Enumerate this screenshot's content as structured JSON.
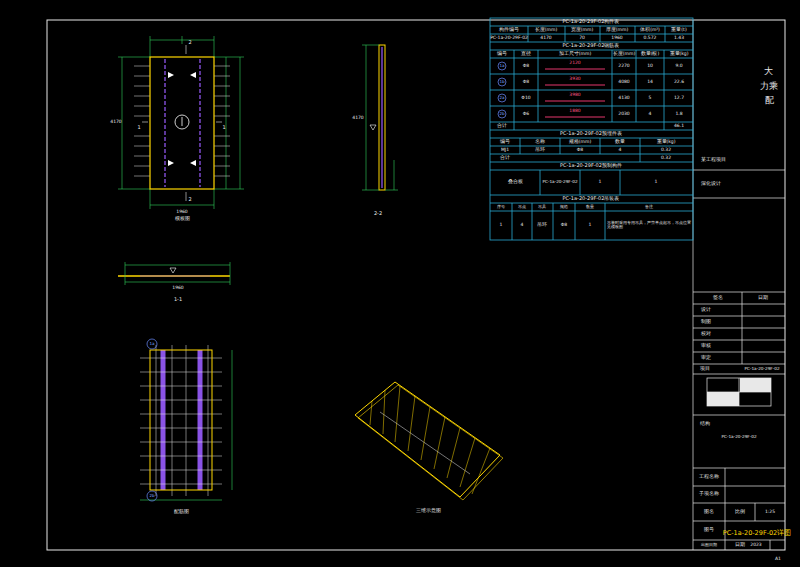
{
  "diagram": {
    "labels": [
      "PC-1a-20-29F-02构件表",
      "构件编号",
      "长度(mm)",
      "宽度(mm)",
      "厚度(mm)",
      "体积(m³)",
      "重量(t)",
      "PC-1a-20-29F-02",
      "4170",
      "70",
      "1960",
      "0.572",
      "1.43",
      "PC-1a-20-29F-02钢筋表",
      "编号",
      "直径",
      "加工尺寸(mm)",
      "长度(mm)",
      "数量(根)",
      "重量(kg)",
      "1a",
      "Φ8",
      "2120",
      "2270",
      "10",
      "9.0",
      "1b",
      "Φ8",
      "3930",
      "4080",
      "14",
      "22.6",
      "2a",
      "Φ10",
      "3980",
      "4130",
      "5",
      "12.7",
      "2b",
      "Φ6",
      "1880",
      "2030",
      "4",
      "1.8",
      "合计",
      "46.1",
      "PC-1a-20-29F-02预埋件表",
      "编号",
      "名称",
      "规格(mm)",
      "数量",
      "重量(kg)",
      "MJ1",
      "吊环",
      "Φ8",
      "4",
      "0.32",
      "合计",
      "0.32",
      "PC-1a-20-29F-02预制构件",
      "叠合板",
      "PC-1a-20-29F-02",
      "1",
      "1",
      "PC-1a-20-29F-02吊装表",
      "序号",
      "吊点",
      "吊具",
      "规格",
      "数量",
      "备注",
      "1",
      "4",
      "吊环",
      "Φ8",
      "1",
      "吊装时采用专用吊具，严禁单点起吊，吊点位置见模板图",
      "4170",
      "1960",
      "模板图",
      "2",
      "2",
      "1",
      "1",
      "2-2",
      "1-1",
      "4170",
      "配筋图",
      "三维示意图",
      "1a",
      "2b",
      "1960",
      "大",
      "力乘",
      "配",
      "某工程项目",
      "深化设计",
      "签名",
      "日期",
      "设计",
      "制图",
      "校对",
      "审核",
      "审定",
      "项目",
      "PC-1a-20-29F-02",
      "结构",
      "PC-1a-20-29F-02",
      "工程名称",
      "子项名称",
      "图名",
      "比例",
      "1:25",
      "图号",
      "PC-1a-20-29F-02详图",
      "出图日期",
      "日期",
      "2023",
      "A1"
    ]
  }
}
